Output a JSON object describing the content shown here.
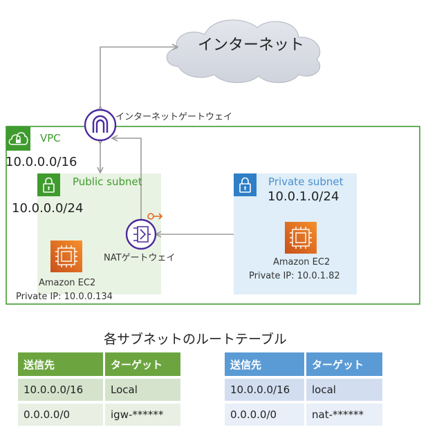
{
  "internet": {
    "label": "インターネット"
  },
  "igw": {
    "label": "インターネットゲートウェイ"
  },
  "vpc": {
    "label": "VPC",
    "cidr": "10.0.0.0/16"
  },
  "public_subnet": {
    "label": "Public subnet",
    "cidr": "10.0.0.0/24",
    "ec2_label": "Amazon EC2",
    "private_ip": "Private IP: 10.0.0.134"
  },
  "nat": {
    "label": "NATゲートウェイ"
  },
  "private_subnet": {
    "label": "Private subnet",
    "cidr": "10.0.1.0/24",
    "ec2_label": "Amazon EC2",
    "private_ip": "Private IP: 10.0.1.82"
  },
  "route_tables": {
    "title": "各サブネットのルートテーブル",
    "public": {
      "headers": [
        "送信先",
        "ターゲット"
      ],
      "rows": [
        [
          "10.0.0.0/16",
          "Local"
        ],
        [
          "0.0.0.0/0",
          "igw-******"
        ]
      ]
    },
    "private": {
      "headers": [
        "送信先",
        "ターゲット"
      ],
      "rows": [
        [
          "10.0.0.0/16",
          "local"
        ],
        [
          "0.0.0.0/0",
          "nat-******"
        ]
      ]
    }
  },
  "colors": {
    "vpc_green": "#3f9b2e",
    "public_fill": "#e9f3e3",
    "private_fill": "#dfeef8",
    "private_label": "#4a8fd0",
    "gateway_purple": "#4b2a9c",
    "ec2_orange": "#e8661b",
    "arrow_gray": "#9a9a9a"
  }
}
